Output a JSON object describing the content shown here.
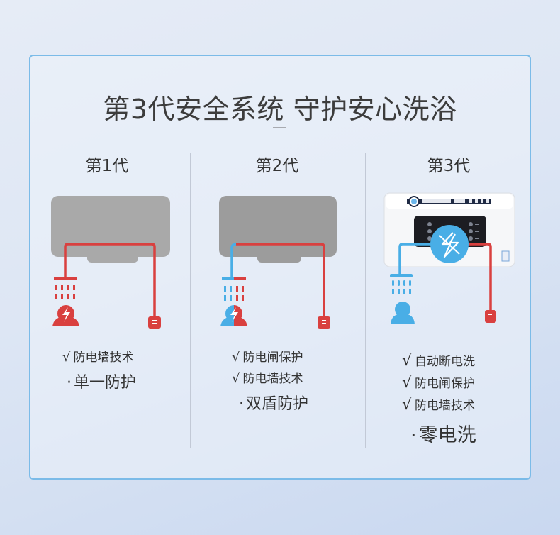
{
  "header": {
    "title": "第3代安全系统 守护安心洗浴"
  },
  "colors": {
    "frame_border": "#7bbbe8",
    "safe_blue": "#49aee6",
    "danger_red": "#d9403f",
    "heater_gray": "#a5a5a5",
    "text_dark": "#333333"
  },
  "generations": [
    {
      "label": "第1代",
      "icons": [
        "water-heater-icon",
        "shower-head-icon",
        "person-shocked-icon",
        "plug-icon"
      ],
      "features": [
        "防电墙技术"
      ],
      "summary": "单一防护"
    },
    {
      "label": "第2代",
      "icons": [
        "water-heater-icon",
        "shower-head-icon",
        "person-half-shocked-icon",
        "plug-icon"
      ],
      "features": [
        "防电闸保护",
        "防电墙技术"
      ],
      "summary": "双盾防护"
    },
    {
      "label": "第3代",
      "icons": [
        "water-heater-product-image",
        "power-cut-icon",
        "shower-head-icon",
        "person-safe-icon",
        "plug-icon"
      ],
      "features": [
        "自动断电洗",
        "防电闸保护",
        "防电墙技术"
      ],
      "summary": "零电洗"
    }
  ],
  "symbols": {
    "check": "√",
    "bullet": "·"
  }
}
